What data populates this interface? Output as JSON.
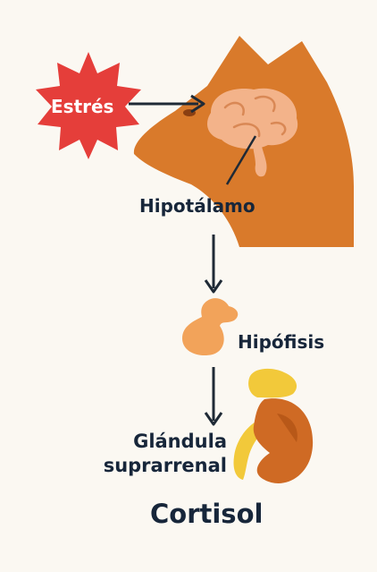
{
  "diagram": {
    "stress": "Estrés",
    "hypothalamus": "Hipotálamo",
    "pituitary": "Hipófisis",
    "adrenal_line1": "Glándula",
    "adrenal_line2": "suprarrenal",
    "output": "Cortisol"
  },
  "colors": {
    "background": "#fbf8f2",
    "dog": "#d97a2b",
    "brain": "#f3b38a",
    "stress_burst": "#e53e3a",
    "pituitary": "#f2a35a",
    "kidney": "#cf6a24",
    "adrenal": "#f2c93a",
    "text": "#17263a"
  }
}
